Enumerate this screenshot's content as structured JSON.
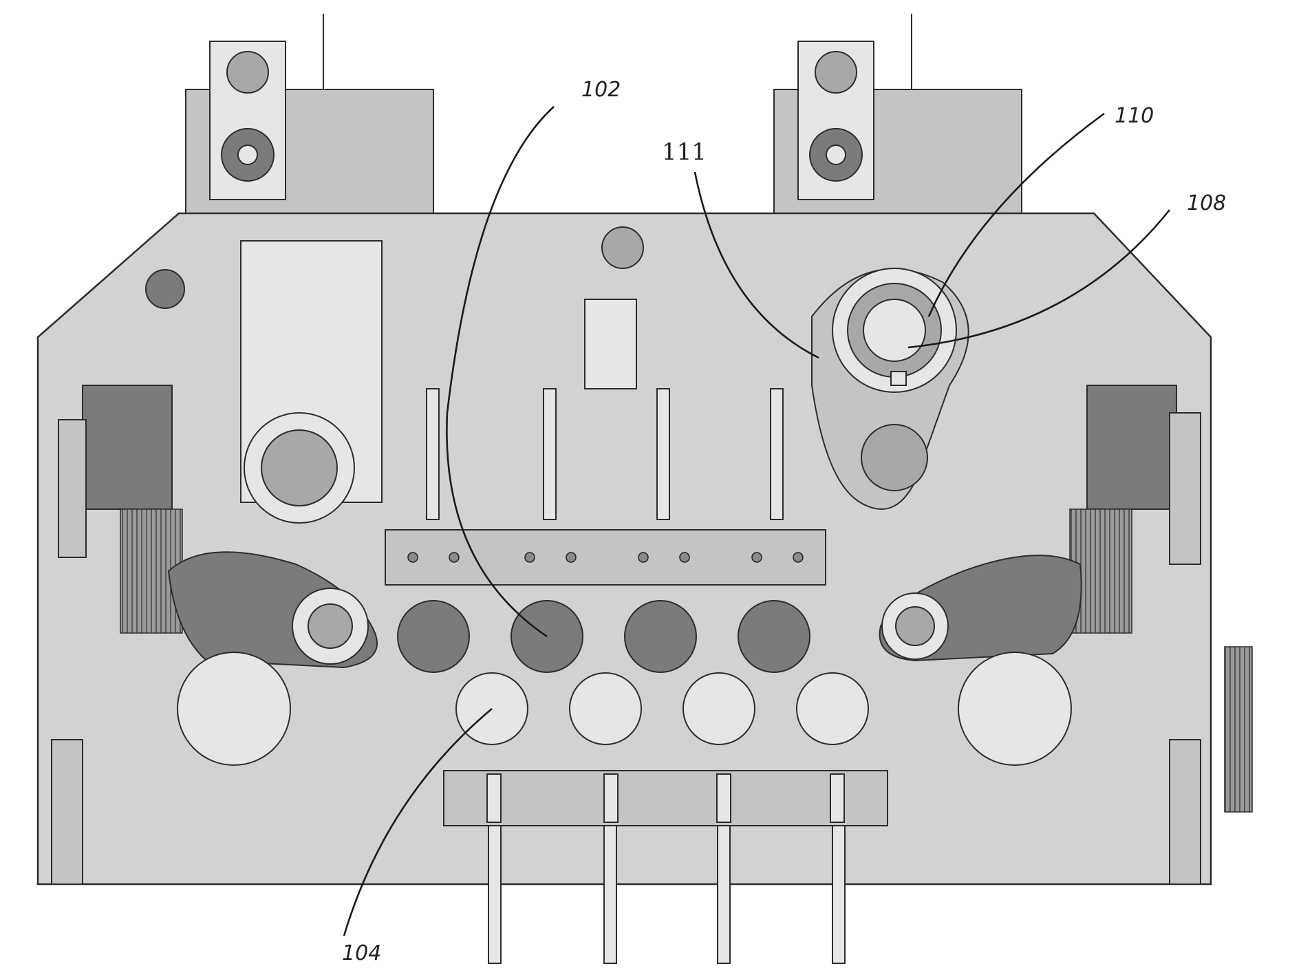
{
  "figure": {
    "labels": {
      "upper_roll": "102",
      "lower_roll": "104",
      "eccentric_center": "108",
      "eccentric_ring": "110",
      "eccentric_housing": "111"
    }
  },
  "colors": {
    "frame": "#d2d2d2",
    "dark_roll": "#7b7b7b",
    "light_roll": "#e6e6e6",
    "line": "#2c2c2c"
  }
}
